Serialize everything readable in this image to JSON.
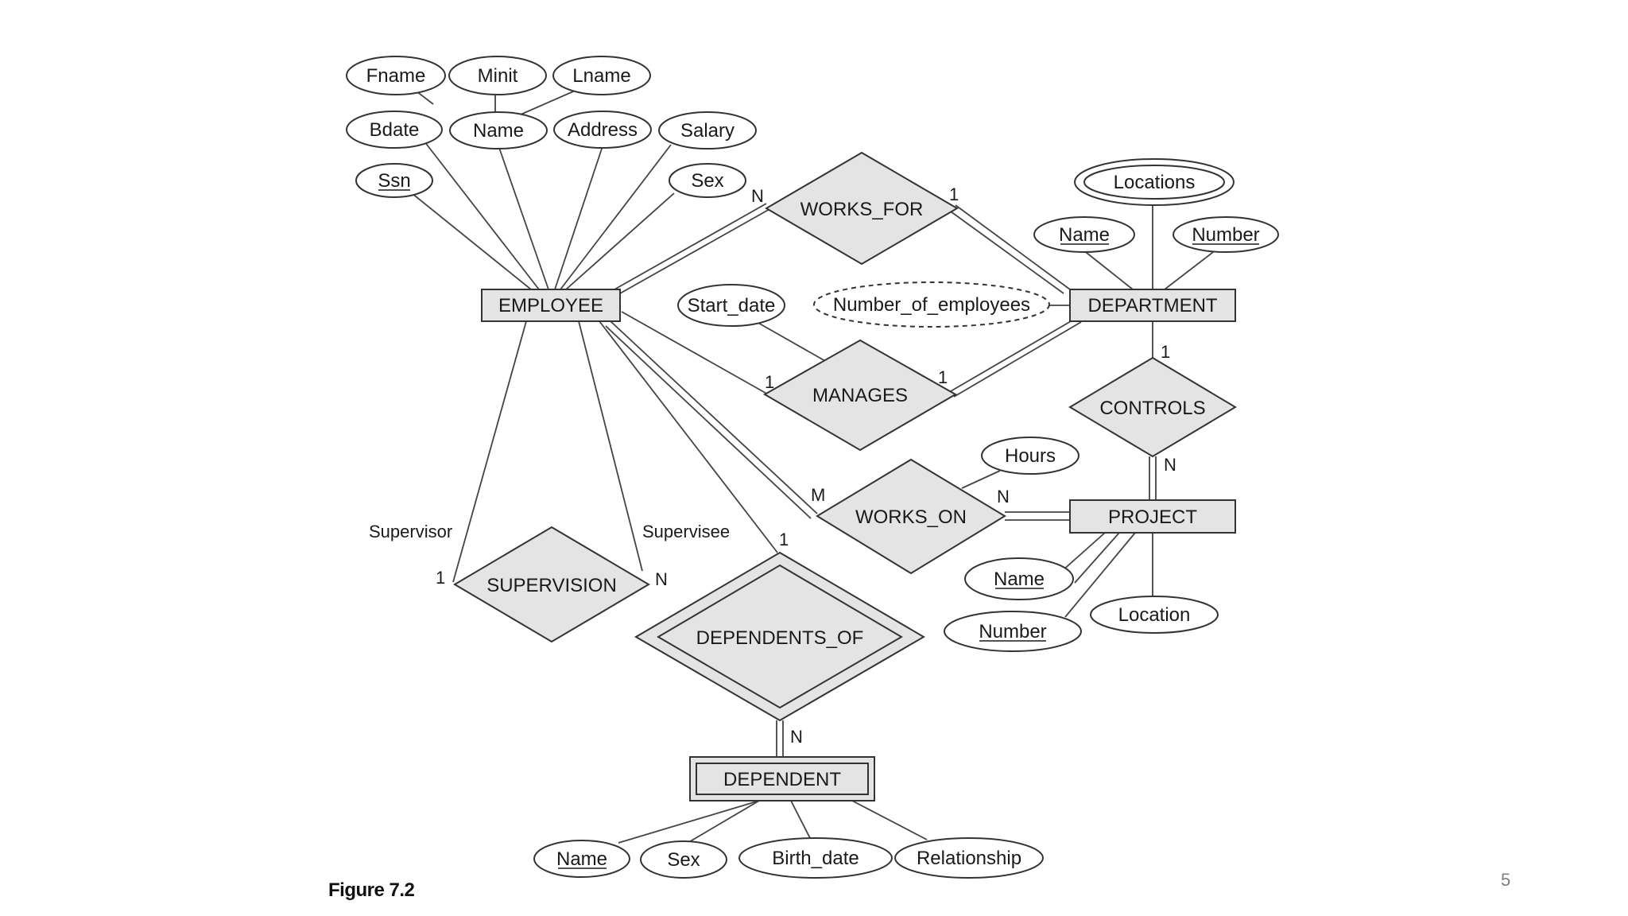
{
  "figure_caption": "Figure 7.2",
  "page_number": "5",
  "entities": {
    "employee": "EMPLOYEE",
    "department": "DEPARTMENT",
    "project": "PROJECT",
    "dependent": "DEPENDENT"
  },
  "relationships": {
    "works_for": "WORKS_FOR",
    "manages": "MANAGES",
    "works_on": "WORKS_ON",
    "controls": "CONTROLS",
    "supervision": "SUPERVISION",
    "dependents_of": "DEPENDENTS_OF"
  },
  "attributes": {
    "employee": {
      "fname": "Fname",
      "minit": "Minit",
      "lname": "Lname",
      "bdate": "Bdate",
      "name": "Name",
      "address": "Address",
      "salary": "Salary",
      "ssn": "Ssn",
      "sex": "Sex"
    },
    "department": {
      "locations": "Locations",
      "name": "Name",
      "number": "Number",
      "number_of_employees": "Number_of_employees"
    },
    "manages": {
      "start_date": "Start_date"
    },
    "works_on": {
      "hours": "Hours"
    },
    "project": {
      "name": "Name",
      "number": "Number",
      "location": "Location"
    },
    "dependent": {
      "name": "Name",
      "sex": "Sex",
      "birth_date": "Birth_date",
      "relationship": "Relationship"
    }
  },
  "roles": {
    "supervisor": "Supervisor",
    "supervisee": "Supervisee"
  },
  "cardinalities": {
    "works_for_employee": "N",
    "works_for_department": "1",
    "manages_employee": "1",
    "manages_department": "1",
    "controls_department": "1",
    "controls_project": "N",
    "works_on_employee": "M",
    "works_on_project": "N",
    "supervision_supervisor": "1",
    "supervision_supervisee": "N",
    "dependents_of_employee": "1",
    "dependents_of_dependent": "N"
  }
}
